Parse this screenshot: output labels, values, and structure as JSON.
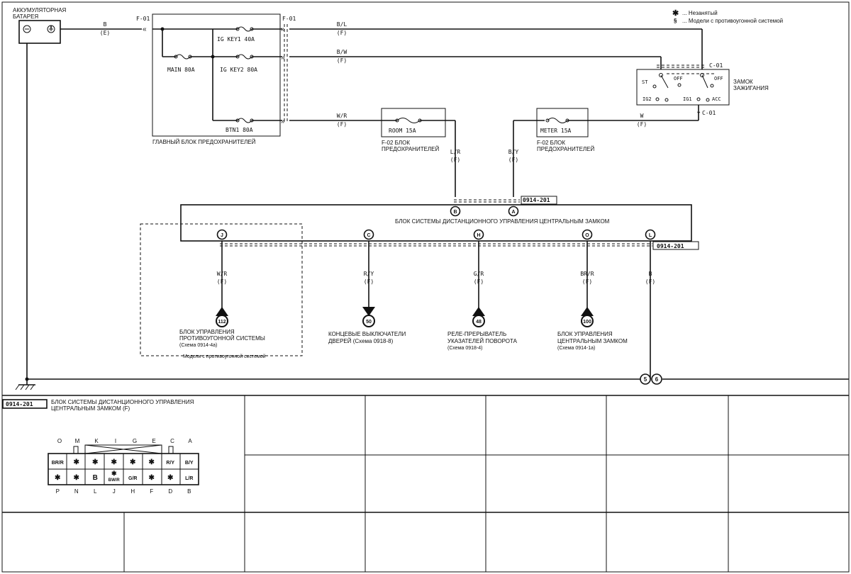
{
  "legend": {
    "unused": "Незанятый",
    "antitheft": "Модели с противоугонной системой",
    "unused_symbol": "✱",
    "antitheft_symbol": "§"
  },
  "battery": {
    "label_line1": "АККУМУЛЯТОРНАЯ",
    "label_line2": "БАТАРЕЯ"
  },
  "connectors": {
    "f01_left": "F-01",
    "f01_right": "F-01",
    "c01_top": "C-01",
    "c01_bottom": "C-01"
  },
  "wires": {
    "bat_color": "B",
    "bat_code": "(E)",
    "bl_color": "B/L",
    "bl_code": "(F)",
    "bw_color": "B/W",
    "bw_code": "(F)",
    "wr_color": "W/R",
    "wr_code": "(F)",
    "w_color": "W",
    "w_code": "(F)",
    "lr_color": "L/R",
    "lr_code": "(F)",
    "by_color": "B/Y",
    "by_code": "(F)",
    "j_color": "W/R",
    "j_code": "(F)",
    "c_color": "R/Y",
    "c_code": "(F)",
    "h_color": "G/R",
    "h_code": "(F)",
    "o_color": "BR/R",
    "o_code": "(F)",
    "l_color": "B",
    "l_code": "(F)"
  },
  "main_fuse_block": {
    "label": "ГЛАВНЫЙ БЛОК ПРЕДОХРАНИТЕЛЕЙ",
    "fuse_igkey1": "IG KEY1 40A",
    "fuse_main": "MAIN 80A",
    "fuse_igkey2": "IG KEY2 80A",
    "fuse_btn1": "BTN1 80A"
  },
  "f02_room": {
    "fuse": "ROOM 15A",
    "label_line1": "F-02 БЛОК",
    "label_line2": "ПРЕДОХРАНИТЕЛЕЙ"
  },
  "f02_meter": {
    "fuse": "METER 15A",
    "label_line1": "F-02 БЛОК",
    "label_line2": "ПРЕДОХРАНИТЕЛЕЙ"
  },
  "ignition": {
    "label_line1": "ЗАМОК",
    "label_line2": "ЗАЖИГАНИЯ",
    "st": "ST",
    "off1": "OFF",
    "off2": "OFF",
    "ig2": "IG2",
    "ig1": "IG1",
    "acc": "ACC"
  },
  "module": {
    "title": "БЛОК СИСТЕМЫ ДИСТАНЦИОННОГО УПРАВЛЕНИЯ ЦЕНТРАЛЬНЫМ ЗАМКОМ",
    "ref_top": "0914-201",
    "ref_bottom": "0914-201",
    "pin_b": "B",
    "pin_a": "A",
    "pin_j": "J",
    "pin_c": "C",
    "pin_h": "H",
    "pin_o": "O",
    "pin_l": "L"
  },
  "destinations": [
    {
      "num": "112",
      "l1": "БЛОК УПРАВЛЕНИЯ",
      "l2": "ПРОТИВОУГОННОЙ СИСТЕМЫ",
      "l3": "(Схема 0914-4а)"
    },
    {
      "num": "50",
      "l1": "КОНЦЕВЫЕ ВЫКЛЮЧАТЕЛИ",
      "l2": "ДВЕРЕЙ (Схема 0918-8)",
      "l3": ""
    },
    {
      "num": "48",
      "l1": "РЕЛЕ-ПРЕРЫВАТЕЛЬ",
      "l2": "УКАЗАТЕЛЕЙ ПОВОРОТА",
      "l3": "(Схема 0918-4)"
    },
    {
      "num": "100",
      "l1": "БЛОК УПРАВЛЕНИЯ",
      "l2": "ЦЕНТРАЛЬНЫМ ЗАМКОМ",
      "l3": "(Схема 0914-1а)"
    }
  ],
  "antitheft_note": "Модели с противоугонной системой",
  "ground": {
    "g1": "5",
    "g2": "6"
  },
  "connector_view": {
    "ref": "0914-201",
    "title_line1": "БЛОК СИСТЕМЫ ДИСТАНЦИОННОГО УПРАВЛЕНИЯ",
    "title_line2": "ЦЕНТРАЛЬНЫМ ЗАМКОМ (F)",
    "top_letters": [
      "O",
      "M",
      "K",
      "I",
      "G",
      "E",
      "C",
      "A"
    ],
    "bottom_letters": [
      "P",
      "N",
      "L",
      "J",
      "H",
      "F",
      "D",
      "B"
    ],
    "row1": [
      "BR/R",
      "✱",
      "✱",
      "✱",
      "✱",
      "✱",
      "R/Y",
      "B/Y"
    ],
    "row2": [
      "✱",
      "✱",
      "B",
      "✱ BW/R",
      "G/R",
      "✱",
      "✱",
      "L/R"
    ]
  }
}
